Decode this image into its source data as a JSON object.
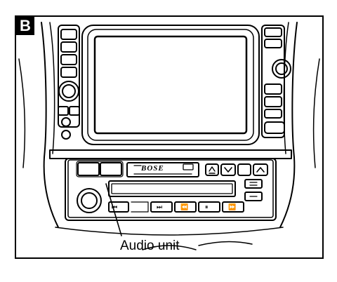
{
  "figure": {
    "badge_letter": "B",
    "callout_label": "Audio unit",
    "brand_logo_text": "BOSE"
  },
  "colors": {
    "line": "#000000",
    "screen_fill": "#ffffff",
    "background": "#ffffff"
  },
  "icons": {
    "audio_buttons": [
      "eject-icon",
      "down-chevron-icon",
      "blank-button",
      "up-chevron-icon"
    ],
    "tape_buttons": [
      "prev-track-icon",
      "next-track-icon",
      "rewind-icon",
      "pause-icon",
      "fast-forward-icon"
    ]
  }
}
